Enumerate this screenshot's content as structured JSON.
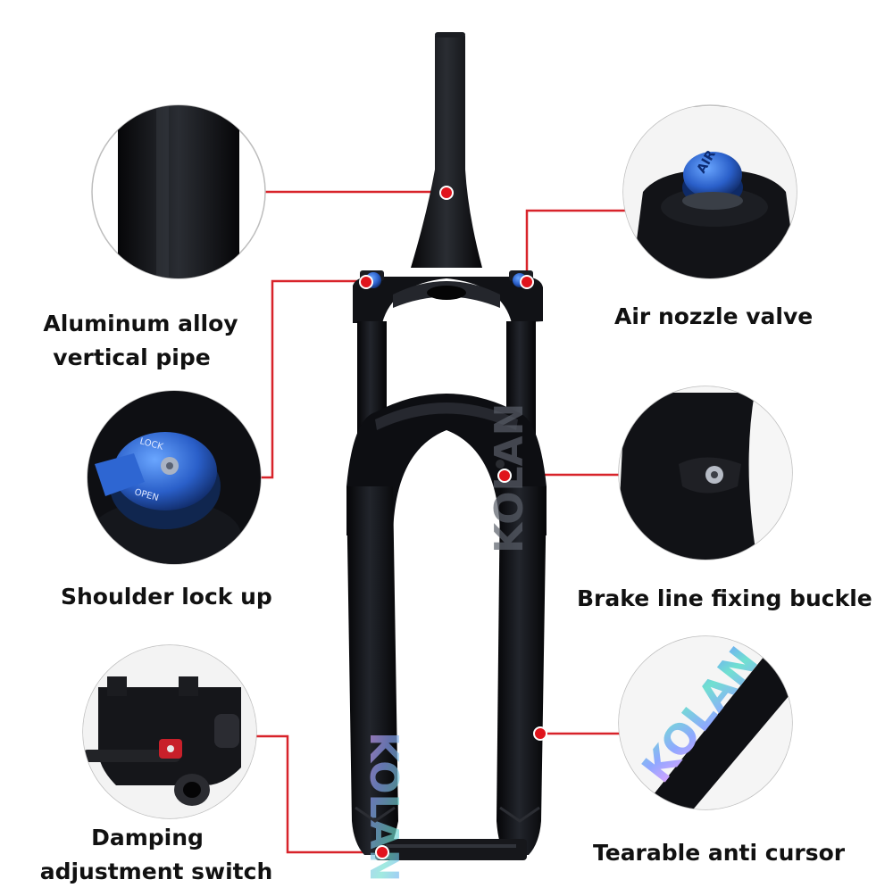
{
  "callouts": {
    "vertical_pipe": {
      "line1": "Aluminum alloy",
      "line2": "vertical pipe"
    },
    "air_valve": {
      "text": "Air nozzle valve"
    },
    "shoulder_lock": {
      "text": "Shoulder lock up"
    },
    "brake_buckle": {
      "text": "Brake line fixing buckle"
    },
    "damping": {
      "line1": "Damping",
      "line2": "adjustment switch"
    },
    "anti_cursor": {
      "text": "Tearable anti cursor"
    }
  },
  "product_markings": {
    "lock_label": "LOCK",
    "open_label": "OPEN",
    "air_cap_label": "AIR",
    "brand": "KOLAN"
  },
  "colors": {
    "callout_line": "#d8232a",
    "fork_body": "#0c0d10",
    "knob_blue": "#2a6fd6"
  }
}
